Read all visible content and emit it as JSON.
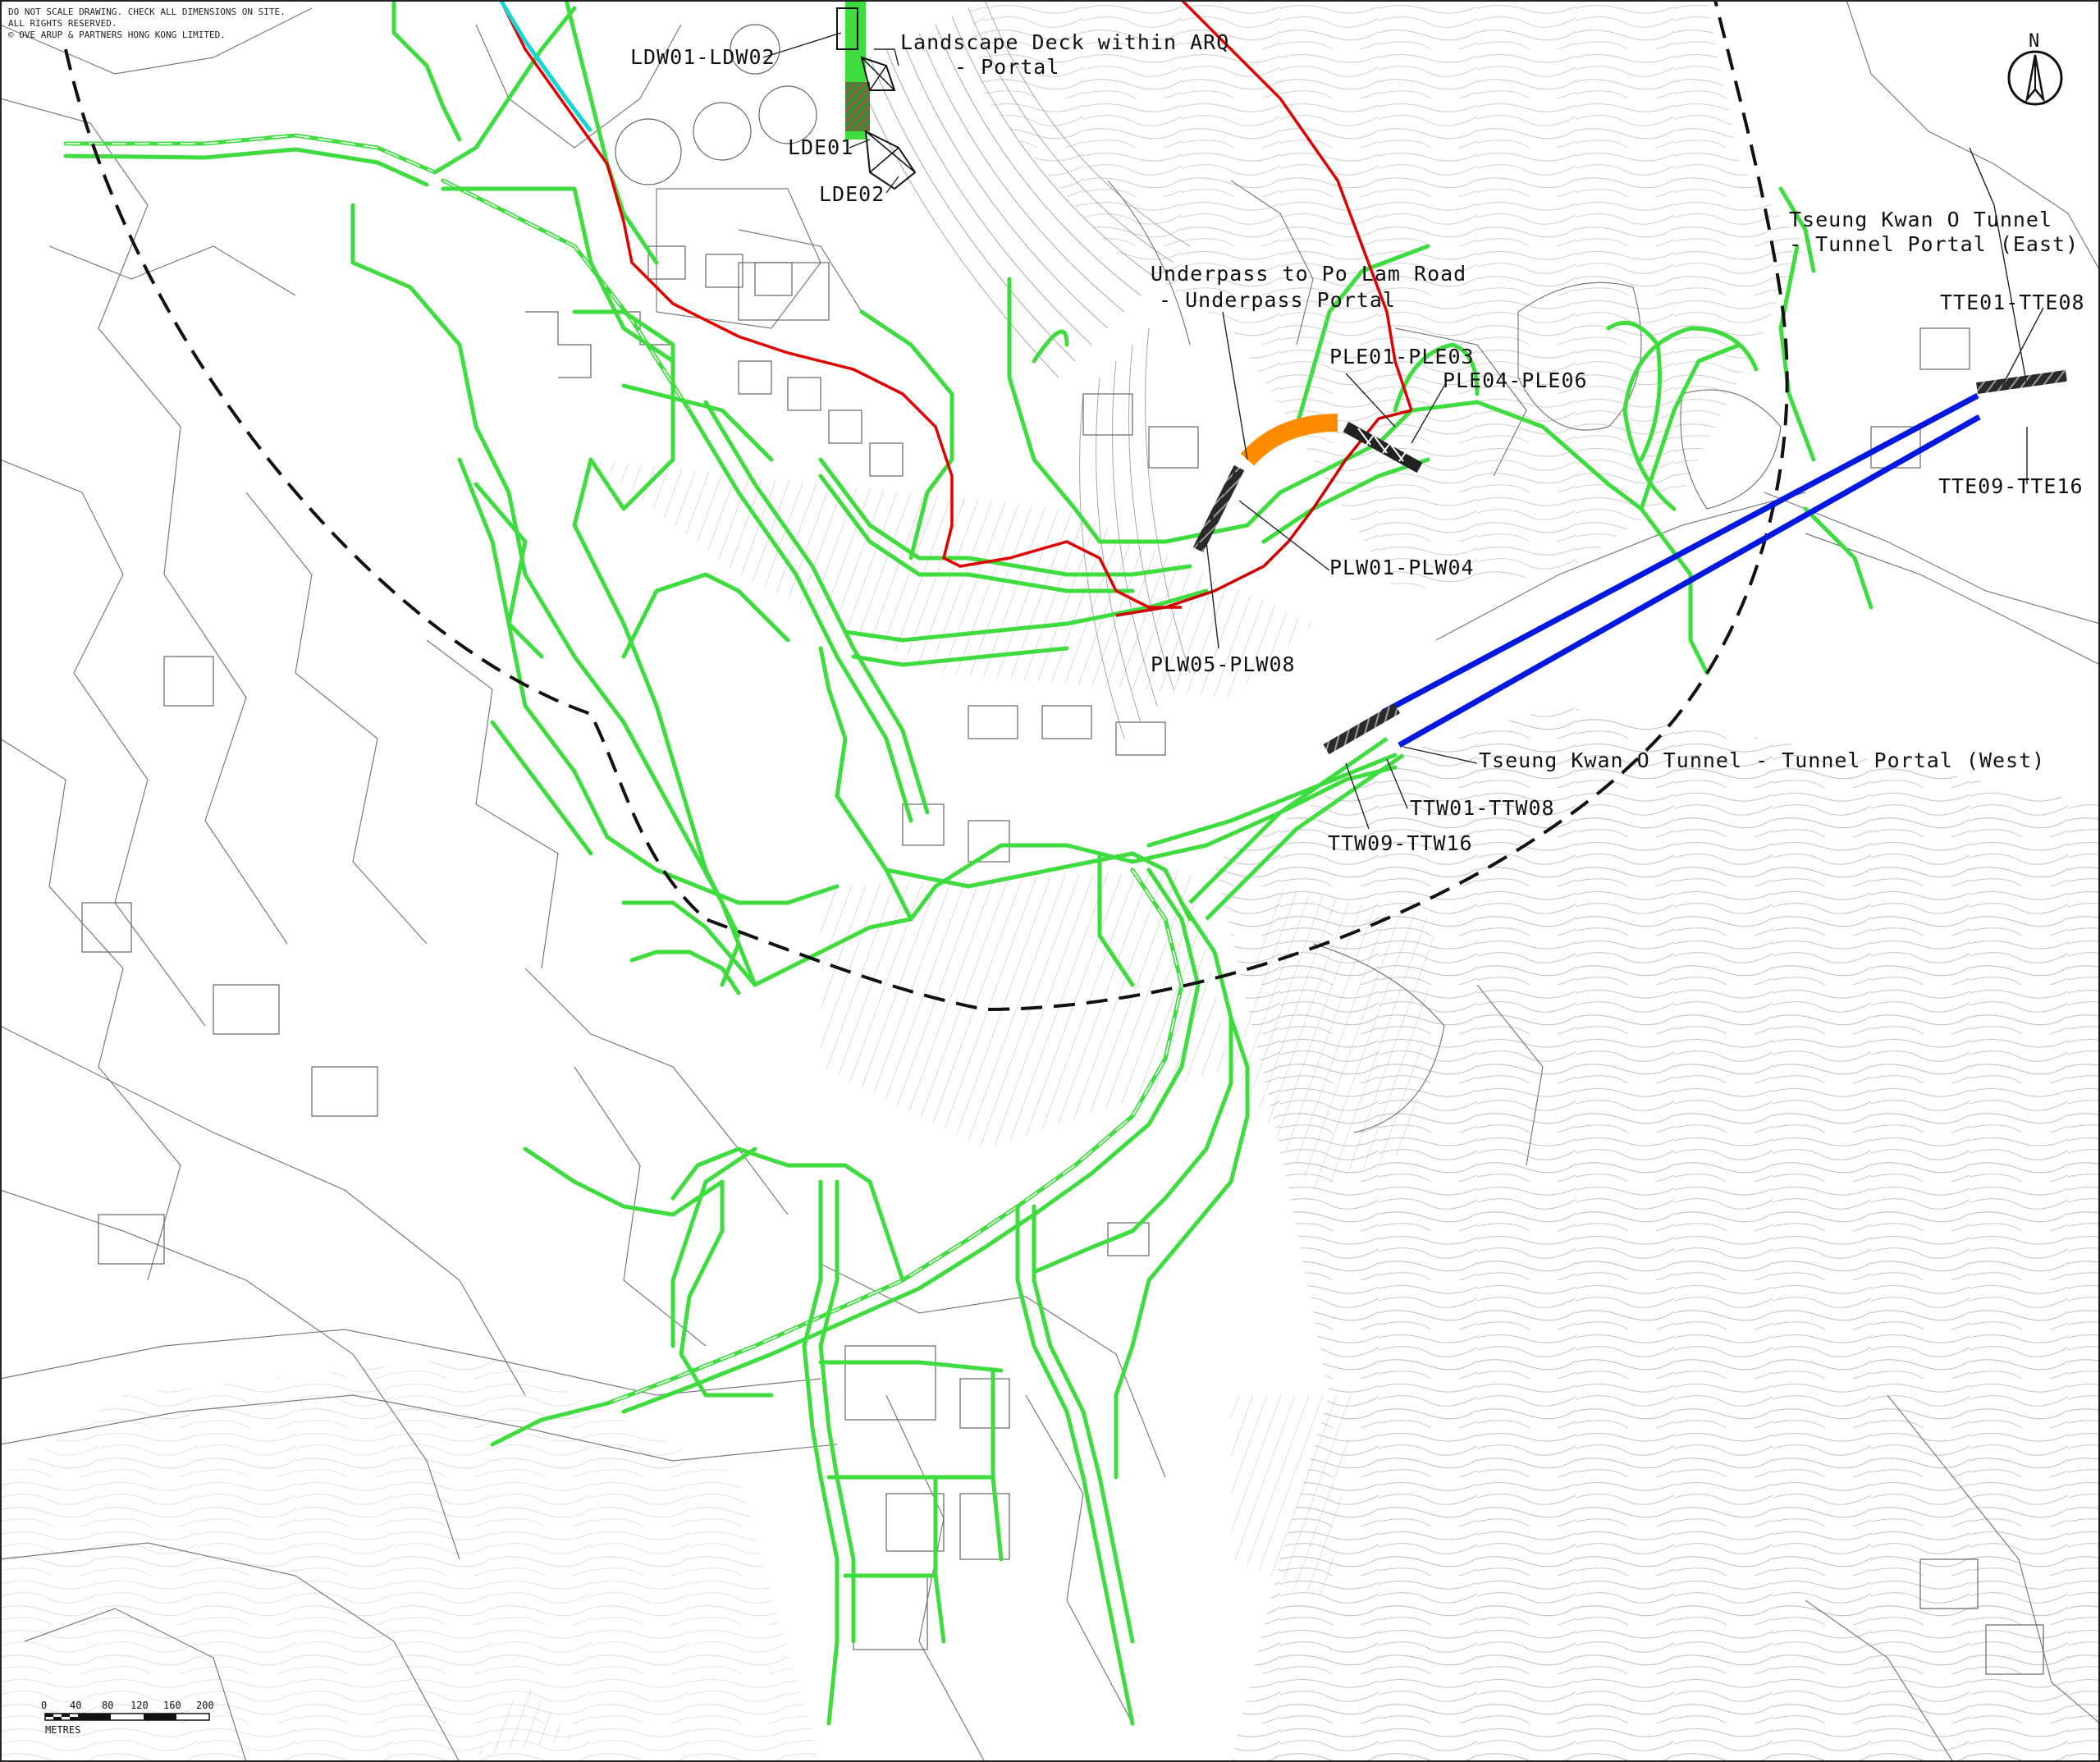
{
  "notes": [
    "DO NOT SCALE DRAWING. CHECK ALL DIMENSIONS ON SITE.",
    "ALL RIGHTS RESERVED.",
    "© OVE ARUP & PARTNERS HONG KONG LIMITED."
  ],
  "north_arrow": {
    "label": "N"
  },
  "callouts": {
    "ldw": "LDW01-LDW02",
    "landscape_deck_1": "Landscape Deck within ARQ",
    "landscape_deck_2": "- Portal",
    "lde01": "LDE01",
    "lde02": "LDE02",
    "underpass_1": "Underpass to Po Lam Road",
    "underpass_2": "- Underpass Portal",
    "ple01": "PLE01-PLE03",
    "ple04": "PLE04-PLE06",
    "plw01": "PLW01-PLW04",
    "plw05": "PLW05-PLW08",
    "tko_east_1": "Tseung Kwan O Tunnel",
    "tko_east_2": "- Tunnel Portal (East)",
    "tte01": "TTE01-TTE08",
    "tte09": "TTE09-TTE16",
    "tko_west": "Tseung Kwan O Tunnel - Tunnel Portal (West)",
    "ttw01": "TTW01-TTW08",
    "ttw09": "TTW09-TTW16"
  },
  "scale_bar": {
    "ticks": [
      "0",
      "40",
      "80",
      "120",
      "160",
      "200"
    ],
    "unit": "METRES"
  },
  "colors": {
    "road_corridor": "#3fdc3f",
    "tunnel": "#0018e0",
    "boundary": "#e00000",
    "underpass": "#ff8c00",
    "cyan_line": "#19d6d6",
    "study_area": "#111111",
    "base_map": "#7a7a7a"
  },
  "icons": [
    "north-arrow-icon",
    "scale-bar-icon"
  ]
}
